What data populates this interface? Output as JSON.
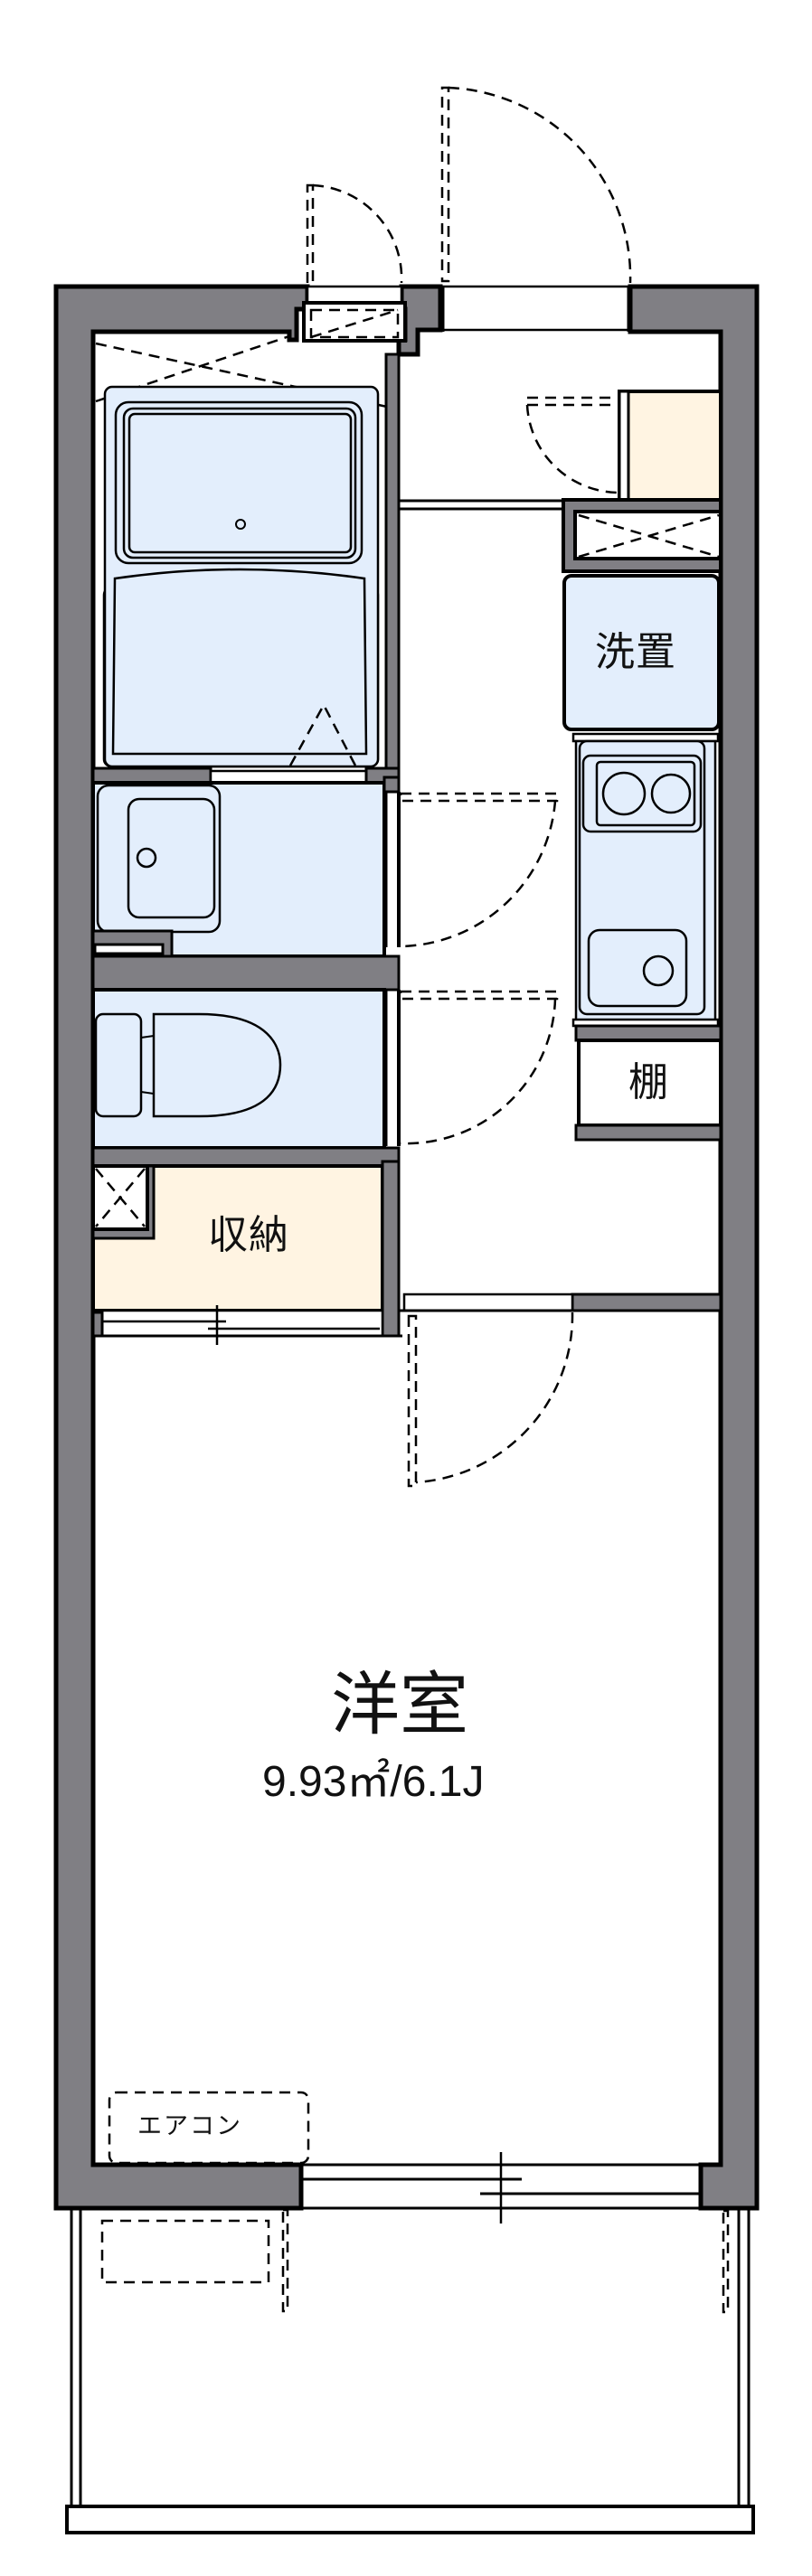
{
  "floor_plan": {
    "rooms": {
      "main_room": {
        "name": "洋室",
        "area": "9.93㎡/6.1J"
      },
      "storage": {
        "name": "収納"
      },
      "washer_space": {
        "name": "洗置"
      },
      "shelf": {
        "name": "棚"
      },
      "air_conditioner": {
        "name": "エアコン"
      }
    },
    "colors": {
      "wall": "#807f84",
      "fixture": "#e3eefc",
      "storage": "#fff4e2",
      "line": "#000000"
    }
  }
}
